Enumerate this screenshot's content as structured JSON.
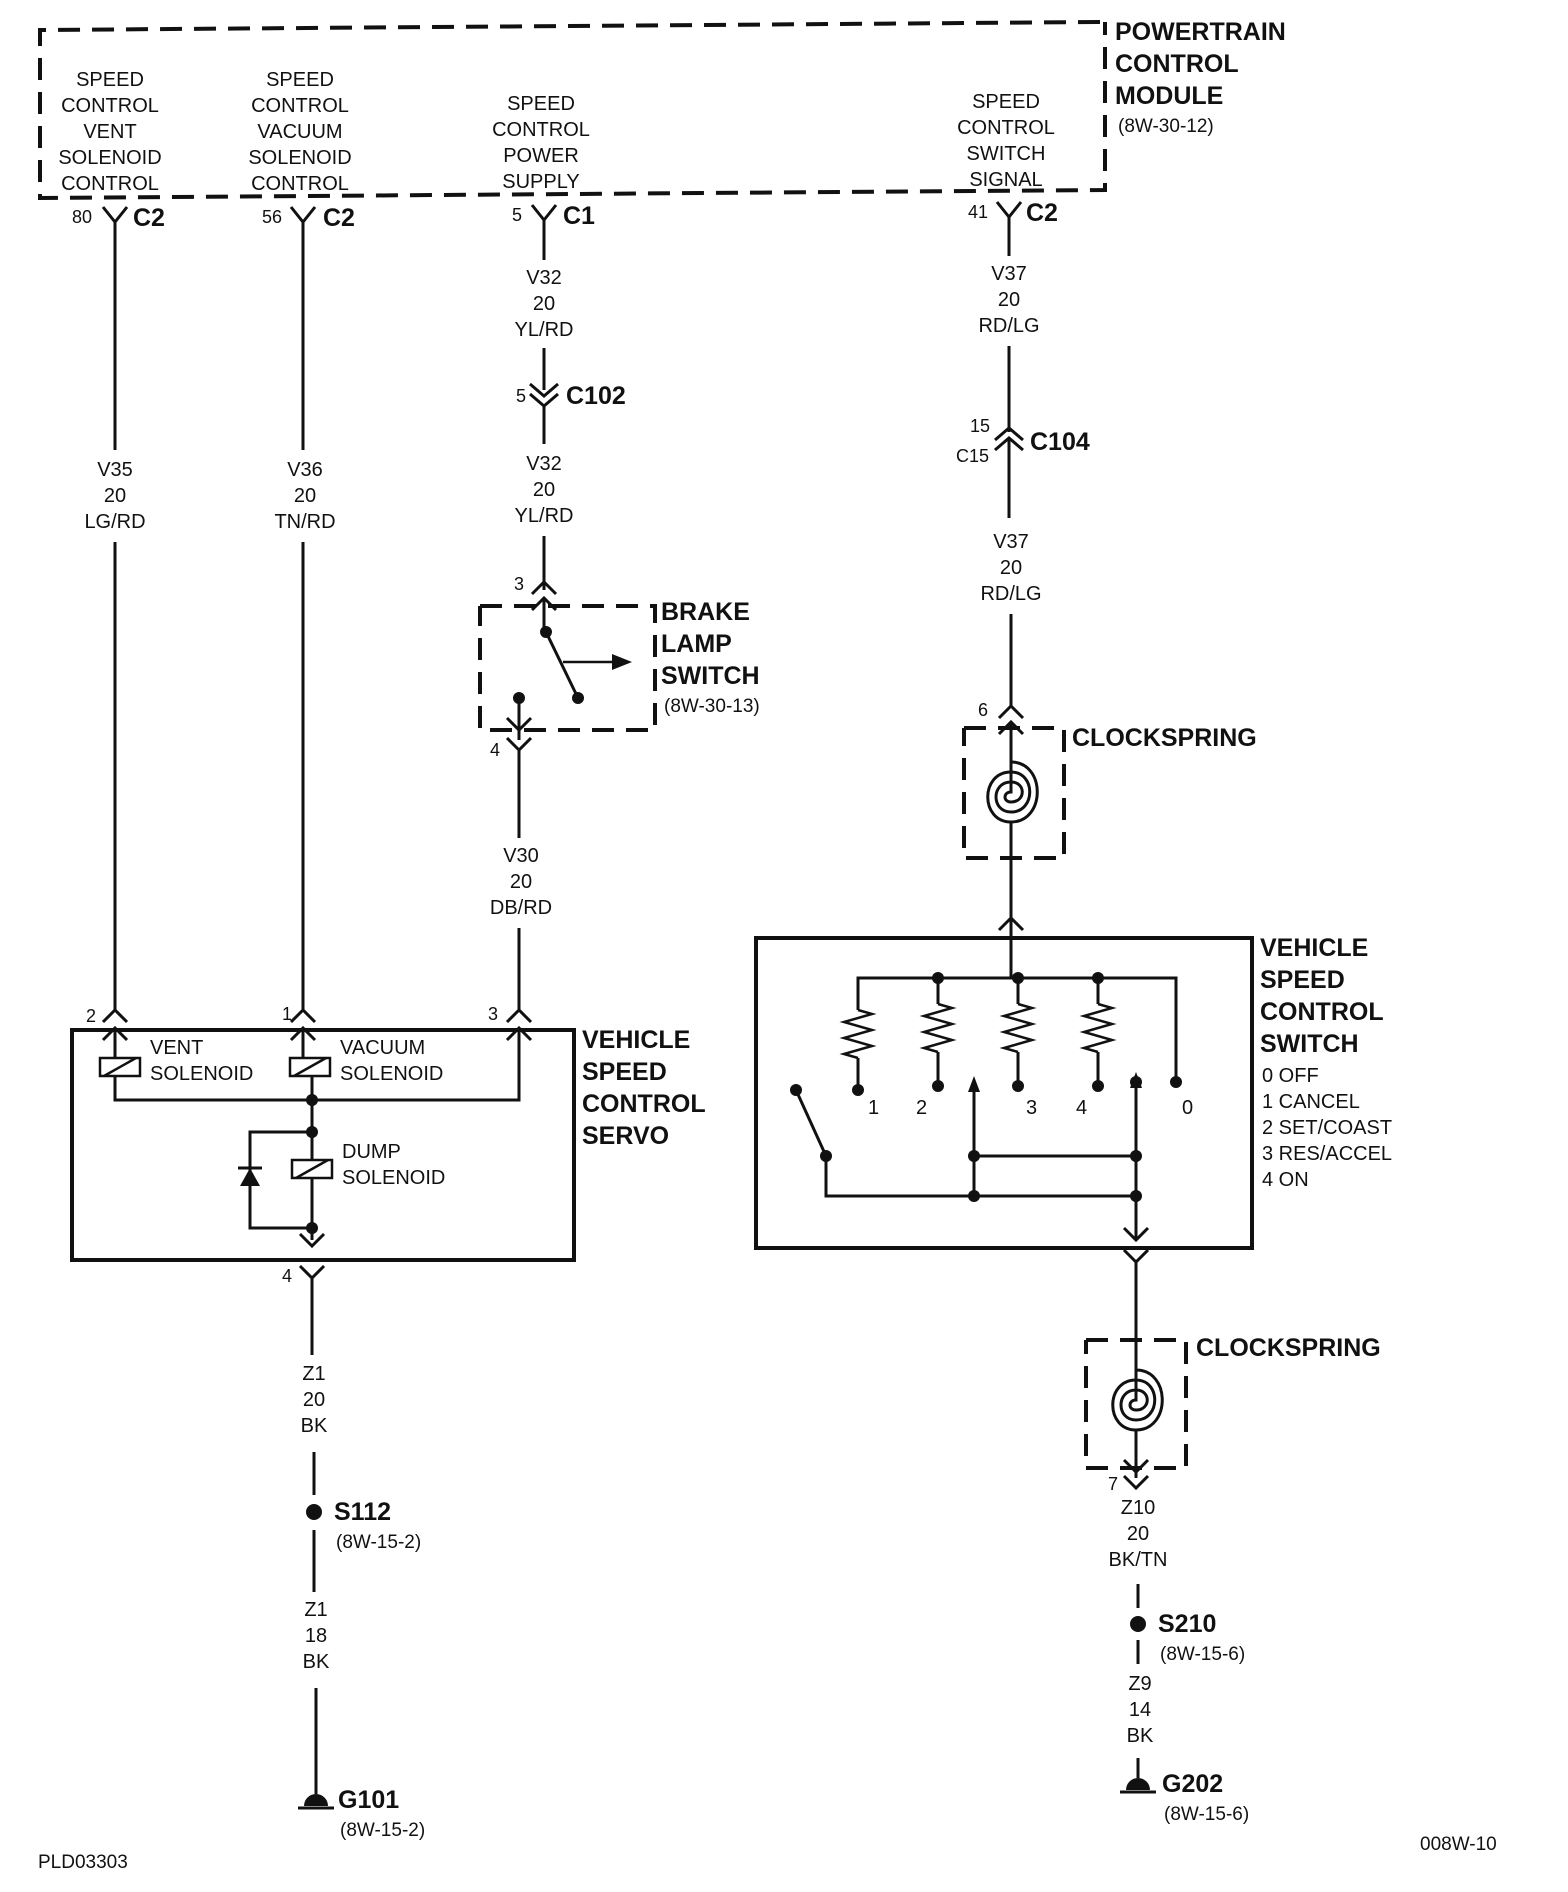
{
  "pcm": {
    "title": [
      "POWERTRAIN",
      "CONTROL",
      "MODULE"
    ],
    "ref": "(8W-30-12)",
    "terminals": [
      {
        "lines": [
          "SPEED",
          "CONTROL",
          "VENT",
          "SOLENOID",
          "CONTROL"
        ],
        "pin": "80",
        "conn": "C2"
      },
      {
        "lines": [
          "SPEED",
          "CONTROL",
          "VACUUM",
          "SOLENOID",
          "CONTROL"
        ],
        "pin": "56",
        "conn": "C2"
      },
      {
        "lines": [
          "SPEED",
          "CONTROL",
          "POWER",
          "SUPPLY"
        ],
        "pin": "5",
        "conn": "C1"
      },
      {
        "lines": [
          "SPEED",
          "CONTROL",
          "SWITCH",
          "SIGNAL"
        ],
        "pin": "41",
        "conn": "C2"
      }
    ]
  },
  "wires": {
    "v35": [
      "V35",
      "20",
      "LG/RD"
    ],
    "v36": [
      "V36",
      "20",
      "TN/RD"
    ],
    "v32_top": [
      "V32",
      "20",
      "YL/RD"
    ],
    "v32_bot": [
      "V32",
      "20",
      "YL/RD"
    ],
    "v30": [
      "V30",
      "20",
      "DB/RD"
    ],
    "v37_top": [
      "V37",
      "20",
      "RD/LG"
    ],
    "v37_bot": [
      "V37",
      "20",
      "RD/LG"
    ],
    "z1_top": [
      "Z1",
      "20",
      "BK"
    ],
    "z1_bot": [
      "Z1",
      "18",
      "BK"
    ],
    "z10": [
      "Z10",
      "20",
      "BK/TN"
    ],
    "z9": [
      "Z9",
      "14",
      "BK"
    ]
  },
  "connectors": {
    "c102": {
      "name": "C102",
      "pin": "5"
    },
    "c104": {
      "name": "C104",
      "pin_top": "15",
      "pin_bot": "C15"
    }
  },
  "brake_switch": {
    "title": [
      "BRAKE",
      "LAMP",
      "SWITCH"
    ],
    "ref": "(8W-30-13)",
    "pin_in": "3",
    "pin_out": "4"
  },
  "clockspring_top": {
    "title": "CLOCKSPRING",
    "pin": "6"
  },
  "clockspring_bot": {
    "title": "CLOCKSPRING",
    "pin": "7"
  },
  "servo": {
    "title": [
      "VEHICLE",
      "SPEED",
      "CONTROL",
      "SERVO"
    ],
    "vent": [
      "VENT",
      "SOLENOID"
    ],
    "vacuum": [
      "VACUUM",
      "SOLENOID"
    ],
    "dump": [
      "DUMP",
      "SOLENOID"
    ],
    "pins": {
      "vent": "2",
      "vacuum": "1",
      "supply": "3",
      "ground": "4"
    }
  },
  "speed_switch": {
    "title": [
      "VEHICLE",
      "SPEED",
      "CONTROL",
      "SWITCH"
    ],
    "legend": [
      "0 OFF",
      "1 CANCEL",
      "2 SET/COAST",
      "3 RES/ACCEL",
      "4 ON"
    ],
    "positions": [
      "1",
      "2",
      "3",
      "4",
      "0"
    ]
  },
  "splices": {
    "s112": {
      "name": "S112",
      "ref": "(8W-15-2)"
    },
    "s210": {
      "name": "S210",
      "ref": "(8W-15-6)"
    }
  },
  "grounds": {
    "g101": {
      "name": "G101",
      "ref": "(8W-15-2)"
    },
    "g202": {
      "name": "G202",
      "ref": "(8W-15-6)"
    }
  },
  "footer": {
    "left": "PLD03303",
    "right": "008W-10"
  }
}
